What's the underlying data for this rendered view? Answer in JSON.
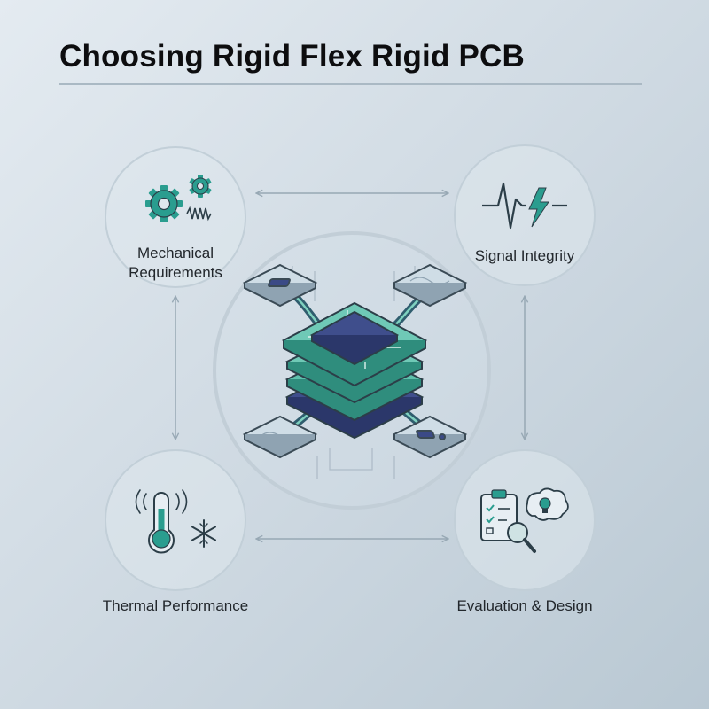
{
  "title": "Choosing Rigid Flex Rigid PCB",
  "nodes": [
    {
      "id": "mechanical",
      "label_line1": "Mechanical",
      "label_line2": "Requirements",
      "icon": "gears-spring-icon"
    },
    {
      "id": "signal",
      "label": "Signal Integrity",
      "icon": "waveform-lightning-icon"
    },
    {
      "id": "thermal",
      "label": "Thermal Performance",
      "icon": "thermometer-snowflake-icon"
    },
    {
      "id": "evaluation",
      "label": "Evaluation & Design",
      "icon": "checklist-magnifier-lightbulb-icon"
    }
  ],
  "center": {
    "icon": "rigid-flex-pcb-stack-icon"
  },
  "colors": {
    "teal": "#2a9d8f",
    "teal_light": "#67c6b3",
    "navy": "#3b4a86",
    "outline": "#3a4a55",
    "ring": "#c7d3dc"
  }
}
